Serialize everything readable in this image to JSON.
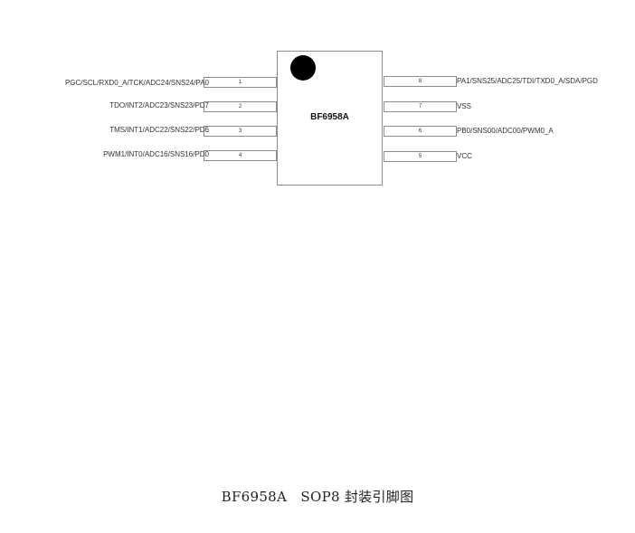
{
  "chip": {
    "name": "BF6958A"
  },
  "pins_left": [
    {
      "number": "1",
      "label": "PGC/SCL/RXD0_A/TCK/ADC24/SNS24/PA0"
    },
    {
      "number": "2",
      "label": "TDO/INT2/ADC23/SNS23/PD7"
    },
    {
      "number": "3",
      "label": "TMS/INT1/ADC22/SNS22/PD6"
    },
    {
      "number": "4",
      "label": "PWM1/INT0/ADC16/SNS16/PD0"
    }
  ],
  "pins_right": [
    {
      "number": "8",
      "label": "PA1/SNS25/ADC25/TDI/TXD0_A/SDA/PGD"
    },
    {
      "number": "7",
      "label": "VSS"
    },
    {
      "number": "6",
      "label": "PB0/SNS00/ADC00/PWM0_A"
    },
    {
      "number": "5",
      "label": "VCC"
    }
  ],
  "caption": {
    "part": "BF6958A",
    "text": "SOP8 封装引脚图"
  }
}
